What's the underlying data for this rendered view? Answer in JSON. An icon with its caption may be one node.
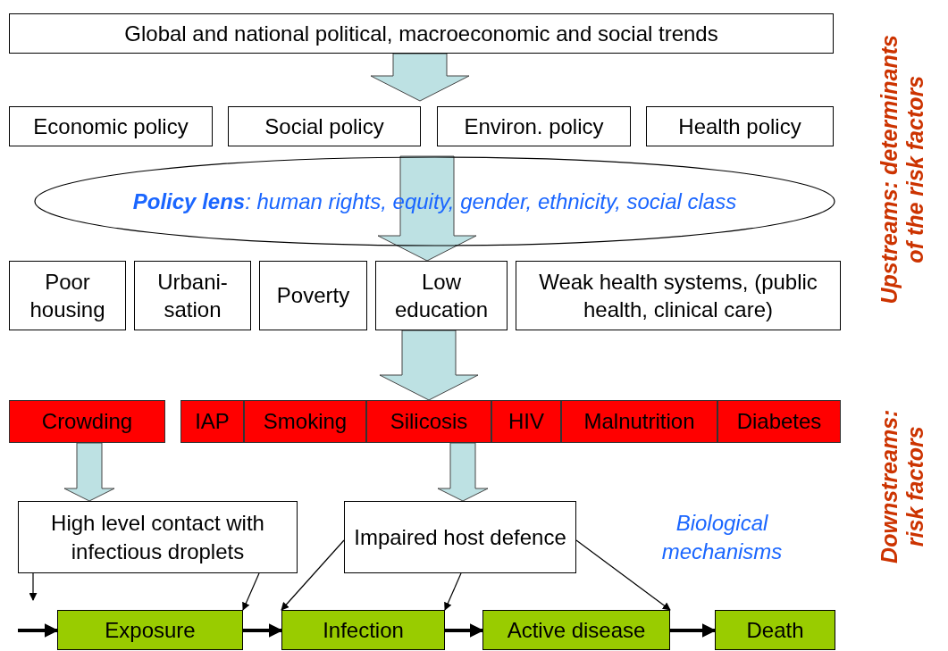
{
  "diagram": {
    "nodes": [
      {
        "text": [
          "Global and national political, macroeconomic and social trends"
        ]
      },
      {
        "text": [
          "Economic policy"
        ]
      },
      {
        "text": [
          "Social policy"
        ]
      },
      {
        "text": [
          "Environ. policy"
        ]
      },
      {
        "text": [
          "Health policy"
        ]
      },
      {
        "text": [
          "**Policy lens**: human rights, equity, gender, ethnicity, social class"
        ]
      },
      {
        "text": [
          "Poor housing"
        ]
      },
      {
        "text": [
          "Urbani- sation"
        ]
      },
      {
        "text": [
          "Poverty"
        ]
      },
      {
        "text": [
          "Low education"
        ]
      },
      {
        "text": [
          "Weak health systems, (public health, clinical care)"
        ]
      },
      {
        "text": [
          "Crowding"
        ]
      },
      {
        "text": [
          "IAP"
        ]
      },
      {
        "text": [
          "Smoking"
        ]
      },
      {
        "text": [
          "Silicosis"
        ]
      },
      {
        "text": [
          "HIV"
        ]
      },
      {
        "text": [
          "Malnutrition"
        ]
      },
      {
        "text": [
          "Diabetes"
        ]
      },
      {
        "text": [
          "High level contact with infectious droplets"
        ]
      },
      {
        "text": [
          "Impaired host defence"
        ]
      },
      {
        "text": [
          "Exposure"
        ]
      },
      {
        "text": [
          "Infection"
        ]
      },
      {
        "text": [
          "Active disease"
        ]
      },
      {
        "text": [
          "Death"
        ]
      }
    ],
    "edges": [
      {
        "from": 0,
        "to": null,
        "arrow": "to",
        "style": "thick",
        "color": "#bde1e3"
      },
      {
        "from": 5,
        "to": 9,
        "arrow": "to",
        "style": "thick",
        "color": "#bde1e3"
      },
      {
        "from": 9,
        "to": 14,
        "arrow": "to",
        "style": "thick",
        "color": "#bde1e3"
      },
      {
        "from": 11,
        "to": 18,
        "arrow": "to",
        "style": "thick",
        "color": "#bde1e3"
      },
      {
        "from": 14,
        "to": 19,
        "arrow": "to",
        "style": "thick",
        "color": "#bde1e3"
      },
      {
        "from": 18,
        "to": null,
        "arrow": "to"
      },
      {
        "from": 18,
        "to": 20,
        "arrow": "to"
      },
      {
        "from": 19,
        "to": 21,
        "arrow": "to"
      },
      {
        "from": 19,
        "to": 21,
        "arrow": "to"
      },
      {
        "from": 19,
        "to": 22,
        "arrow": "to"
      },
      {
        "from": null,
        "to": 20,
        "arrow": "to",
        "style": "thick"
      },
      {
        "from": 20,
        "to": 21,
        "arrow": "to",
        "style": "thick"
      },
      {
        "from": 21,
        "to": 22,
        "arrow": "to",
        "style": "thick"
      },
      {
        "from": 22,
        "to": 23,
        "arrow": "to",
        "style": "thick"
      }
    ],
    "labels": [
      "Upstreams: determinants of the risk factors",
      "Biological mechanisms",
      "Downstreams: risk factors"
    ]
  }
}
